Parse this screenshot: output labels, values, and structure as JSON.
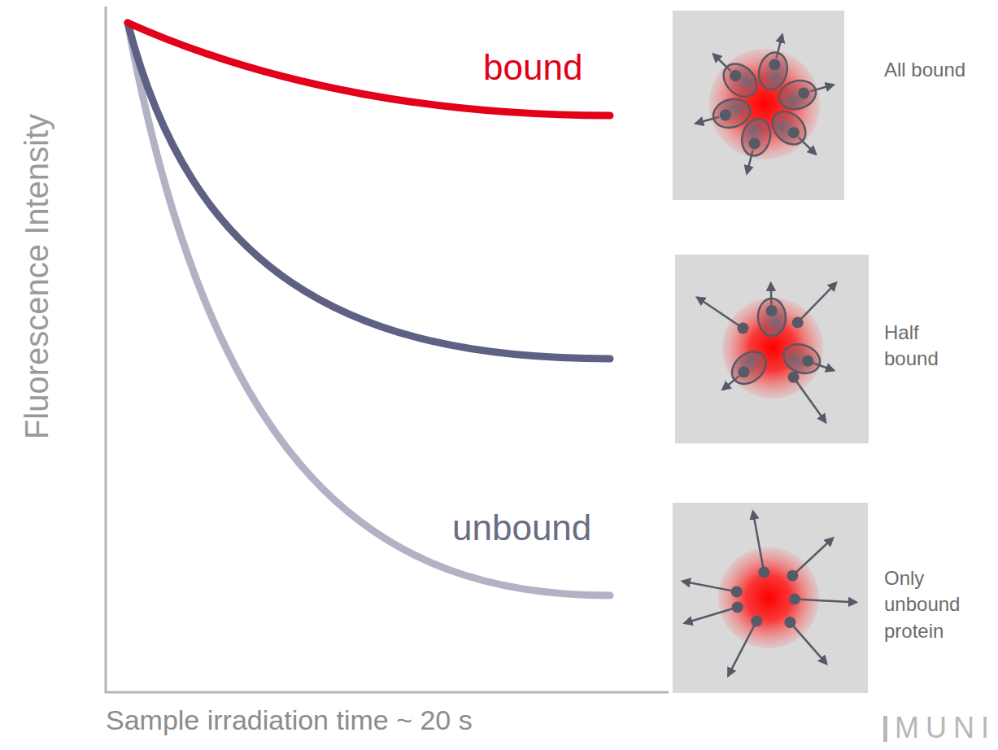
{
  "diagram": {
    "nodes": [
      {
        "text": [
          "All bound"
        ]
      },
      {
        "text": [
          "Half bound"
        ]
      },
      {
        "text": [
          "Only unbound protein"
        ]
      }
    ],
    "labels": [
      "Fluorescence Intensity",
      "bound",
      "unbound",
      "Sample irradiation time ~ 20 s",
      "MUNI"
    ]
  }
}
